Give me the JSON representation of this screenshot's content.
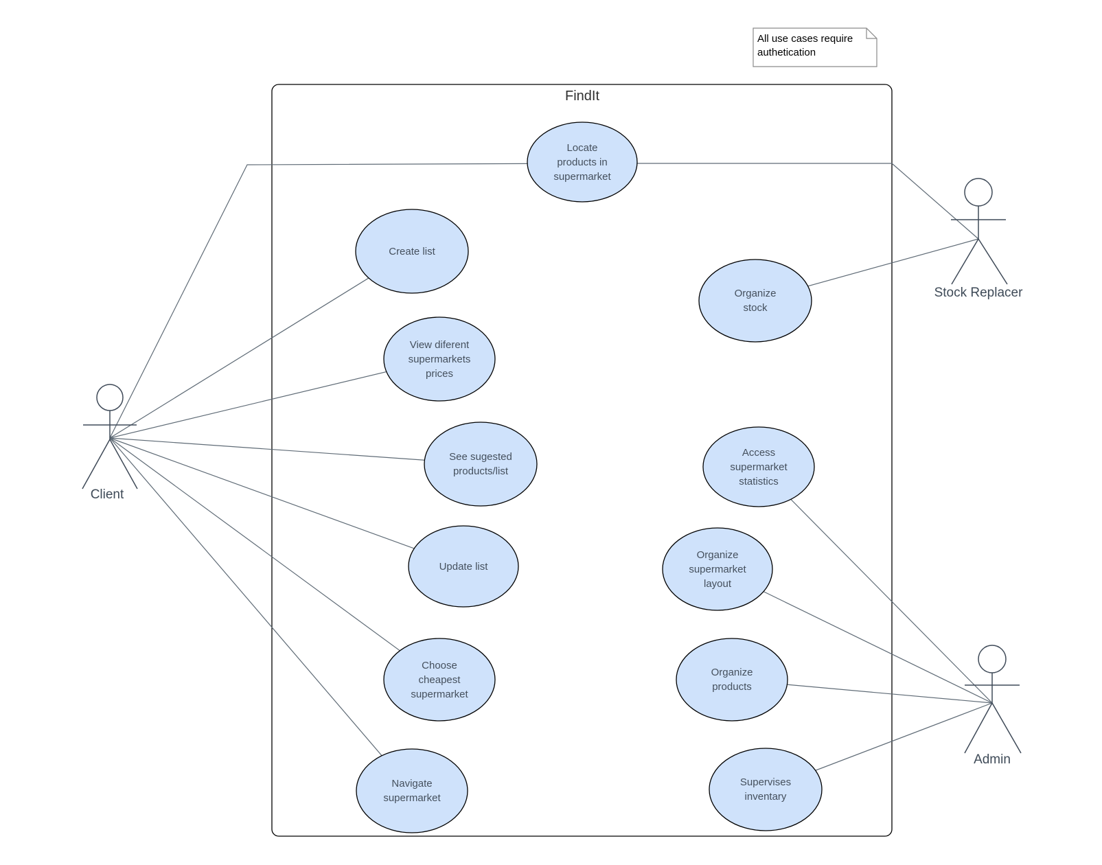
{
  "system": {
    "title": "FindIt"
  },
  "note": {
    "text": "All use cases require\nauthetication"
  },
  "actors": [
    {
      "name": "Client"
    },
    {
      "name": "Stock Replacer"
    },
    {
      "name": "Admin"
    }
  ],
  "use_cases": [
    {
      "label": "Locate\nproducts in\nsupermarket"
    },
    {
      "label": "Create list"
    },
    {
      "label": "View diferent\nsupermarkets\nprices"
    },
    {
      "label": "See sugested\nproducts/list"
    },
    {
      "label": "Update list"
    },
    {
      "label": "Choose\ncheapest\nsupermarket"
    },
    {
      "label": "Navigate\nsupermarket"
    },
    {
      "label": "Organize\nstock"
    },
    {
      "label": "Access\nsupermarket\nstatistics"
    },
    {
      "label": "Organize\nsupermarket\nlayout"
    },
    {
      "label": "Organize\nproducts"
    },
    {
      "label": "Supervises\ninventary"
    }
  ],
  "connections": [
    {
      "from": "Client",
      "to": "Locate products in supermarket"
    },
    {
      "from": "Client",
      "to": "Create list"
    },
    {
      "from": "Client",
      "to": "View diferent supermarkets prices"
    },
    {
      "from": "Client",
      "to": "See sugested products/list"
    },
    {
      "from": "Client",
      "to": "Update list"
    },
    {
      "from": "Client",
      "to": "Choose cheapest supermarket"
    },
    {
      "from": "Client",
      "to": "Navigate supermarket"
    },
    {
      "from": "Stock Replacer",
      "to": "Locate products in supermarket"
    },
    {
      "from": "Stock Replacer",
      "to": "Organize stock"
    },
    {
      "from": "Admin",
      "to": "Access supermarket statistics"
    },
    {
      "from": "Admin",
      "to": "Organize supermarket layout"
    },
    {
      "from": "Admin",
      "to": "Organize products"
    },
    {
      "from": "Admin",
      "to": "Supervises inventary"
    }
  ],
  "colors": {
    "usecase_fill": "#cfe2fb",
    "usecase_stroke": "#000000",
    "connector": "#5f6b76",
    "actor_stroke": "#3f4a58",
    "note_border": "#8a8a8a"
  }
}
